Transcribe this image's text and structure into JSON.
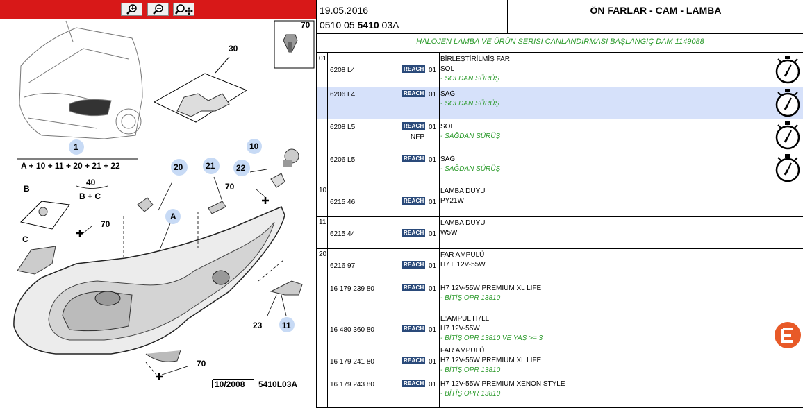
{
  "header": {
    "date": "19.05.2016",
    "code_prefix": "0510 05 ",
    "code_bold": "5410",
    "code_suffix": " 03A",
    "title": "ÖN FARLAR - CAM - LAMBA",
    "subtitle": "HALOJEN LAMBA VE ÜRÜN SERISI CANLANDIRMASI BAŞLANGIÇ DAM 1149088"
  },
  "toolbar": {
    "icons": [
      "zoom-in-icon",
      "zoom-out-icon",
      "zoom-move-icon"
    ]
  },
  "diagram": {
    "labels": {
      "l70_box": "70",
      "l30": "30",
      "l1": "1",
      "formula": "A + 10 + 11 + 20 + 21 + 22",
      "l10": "10",
      "l20": "20",
      "l21": "21",
      "l22": "22",
      "lB": "B",
      "l40": "40",
      "bc": "B + C",
      "l70_a": "70",
      "lA": "A",
      "l70_b": "70",
      "lC": "C",
      "l23": "23",
      "l11": "11",
      "l70_c": "70",
      "date": "10/2008",
      "ref": "5410L03A"
    }
  },
  "groups": [
    {
      "num": "01",
      "rows": [
        {
          "ref": "6208 L4",
          "badge": "REACH",
          "qty": "01",
          "lines": [
            "BİRLEŞTİRİLMİŞ FAR",
            "SOL"
          ],
          "sub": [
            "- SOLDAN SÜRÜŞ"
          ],
          "icon": "stopwatch-icon"
        },
        {
          "ref": "6206 L4",
          "badge": "REACH",
          "qty": "01",
          "lines": [
            "SAĞ"
          ],
          "sub": [
            "- SOLDAN SÜRÜŞ"
          ],
          "icon": "stopwatch-icon",
          "selected": true
        },
        {
          "ref": "6208 L5",
          "badge": "REACH",
          "qty": "01",
          "nfp": "NFP",
          "lines": [
            "SOL"
          ],
          "sub": [
            "- SAĞDAN SÜRÜŞ"
          ],
          "icon": "stopwatch-icon"
        },
        {
          "ref": "6206 L5",
          "badge": "REACH",
          "qty": "01",
          "lines": [
            "SAĞ"
          ],
          "sub": [
            "- SAĞDAN SÜRÜŞ"
          ],
          "icon": "stopwatch-icon"
        }
      ]
    },
    {
      "num": "10",
      "rows": [
        {
          "ref": "6215 46",
          "badge": "REACH",
          "qty": "01",
          "lines": [
            "LAMBA DUYU",
            "PY21W"
          ],
          "sub": []
        }
      ]
    },
    {
      "num": "11",
      "rows": [
        {
          "ref": "6215 44",
          "badge": "REACH",
          "qty": "01",
          "lines": [
            "LAMBA DUYU",
            "W5W"
          ],
          "sub": []
        }
      ]
    },
    {
      "num": "20",
      "rows": [
        {
          "ref": "6216 97",
          "badge": "REACH",
          "qty": "01",
          "lines": [
            "FAR AMPULÜ",
            "H7 L 12V-55W"
          ],
          "sub": []
        },
        {
          "ref": "16 179 239 80",
          "badge": "REACH",
          "qty": "01",
          "lines": [
            "H7 12V-55W PREMIUM XL LIFE"
          ],
          "sub": [
            "- BİTİŞ OPR 13810"
          ]
        },
        {
          "ref": "16 480 360 80",
          "badge": "REACH",
          "qty": "01",
          "lines": [
            "E:AMPUL H7LL",
            "H7 12V-55W"
          ],
          "sub": [
            "- BİTİŞ OPR 13810 VE YAŞ >= 3"
          ],
          "icon": "e-brand-icon"
        },
        {
          "ref": "16 179 241 80",
          "badge": "REACH",
          "qty": "01",
          "lines": [
            "FAR AMPULÜ",
            "H7 12V-55W PREMIUM XL LIFE"
          ],
          "sub": [
            "- BİTİŞ OPR 13810"
          ]
        },
        {
          "ref": "16 179 243 80",
          "badge": "REACH",
          "qty": "01",
          "lines": [
            "H7 12V-55W PREMIUM XENON STYLE"
          ],
          "sub": [
            "- BİTİŞ OPR 13810"
          ]
        }
      ]
    }
  ]
}
